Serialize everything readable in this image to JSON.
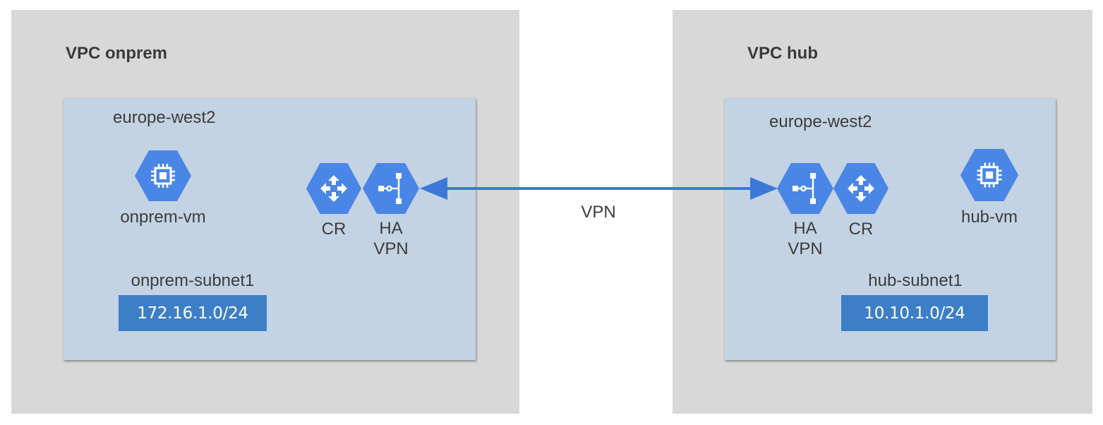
{
  "vpcs": {
    "onprem": {
      "title": "VPC onprem",
      "region": "europe-west2",
      "vm_label": "onprem-vm",
      "router_label": "CR",
      "vpn_label_line1": "HA",
      "vpn_label_line2": "VPN",
      "subnet_label": "onprem-subnet1",
      "subnet_cidr": "172.16.1.0/24"
    },
    "hub": {
      "title": "VPC hub",
      "region": "europe-west2",
      "vm_label": "hub-vm",
      "router_label": "CR",
      "vpn_label_line1": "HA",
      "vpn_label_line2": "VPN",
      "subnet_label": "hub-subnet1",
      "subnet_cidr": "10.10.1.0/24"
    }
  },
  "connection": {
    "label": "VPN"
  },
  "colors": {
    "vpc_background": "#d8d8d8",
    "region_background": "#c3d3e3",
    "icon_blue": "#4a86e6",
    "subnet_blue": "#3d7fc7",
    "connector_blue": "#3d78d8"
  },
  "icons": {
    "vm": "compute-engine-chip-icon",
    "router": "cloud-router-icon",
    "vpn": "cloud-vpn-icon"
  }
}
